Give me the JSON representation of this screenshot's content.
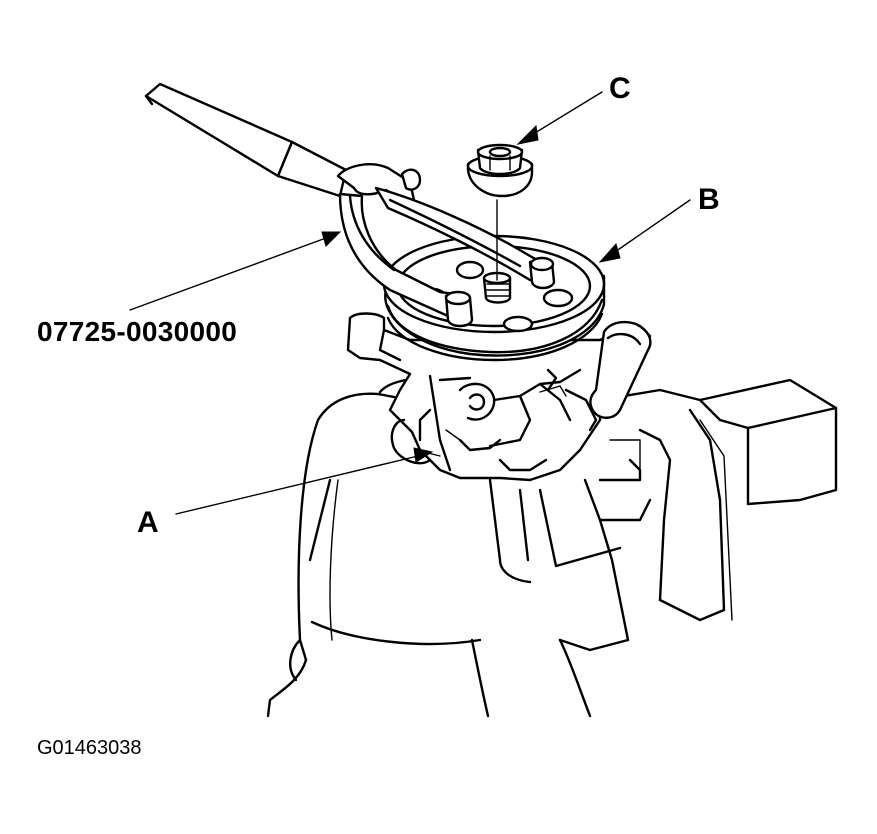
{
  "labels": {
    "c": "C",
    "b": "B",
    "a": "A",
    "tool": "07725-0030000"
  },
  "figure_id": "G01463038"
}
